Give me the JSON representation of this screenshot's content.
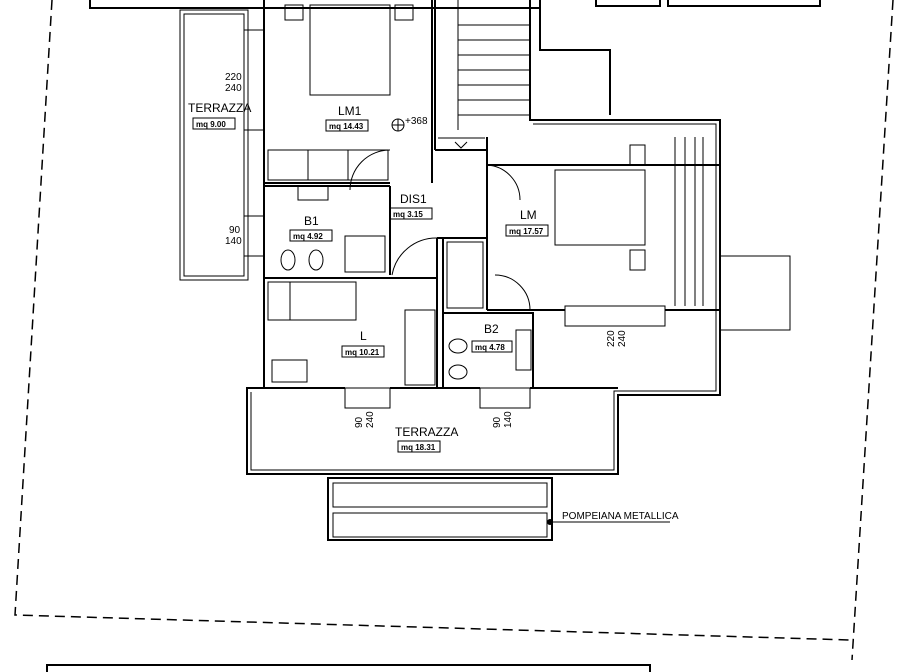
{
  "rooms": {
    "terrazza_left": {
      "name": "TERRAZZA",
      "area": "mq 9.00"
    },
    "lm1": {
      "name": "LM1",
      "area": "mq 14.43"
    },
    "dis1": {
      "name": "DIS1",
      "area": "mq 3.15"
    },
    "b1": {
      "name": "B1",
      "area": "mq 4.92"
    },
    "lm": {
      "name": "LM",
      "area": "mq 17.57"
    },
    "l": {
      "name": "L",
      "area": "mq 10.21"
    },
    "b2": {
      "name": "B2",
      "area": "mq 4.78"
    },
    "terrazza_bottom": {
      "name": "TERRAZZA",
      "area": "mq 18.31"
    }
  },
  "elevation": "+368",
  "dimensions": {
    "lm1_window": [
      "220",
      "240"
    ],
    "b1_window": [
      "90",
      "140"
    ],
    "l_window": [
      "90",
      "240"
    ],
    "b2_window": [
      "90",
      "140"
    ],
    "lm_window": [
      "220",
      "240"
    ]
  },
  "annotations": {
    "pergola": "POMPEIANA METALLICA"
  }
}
